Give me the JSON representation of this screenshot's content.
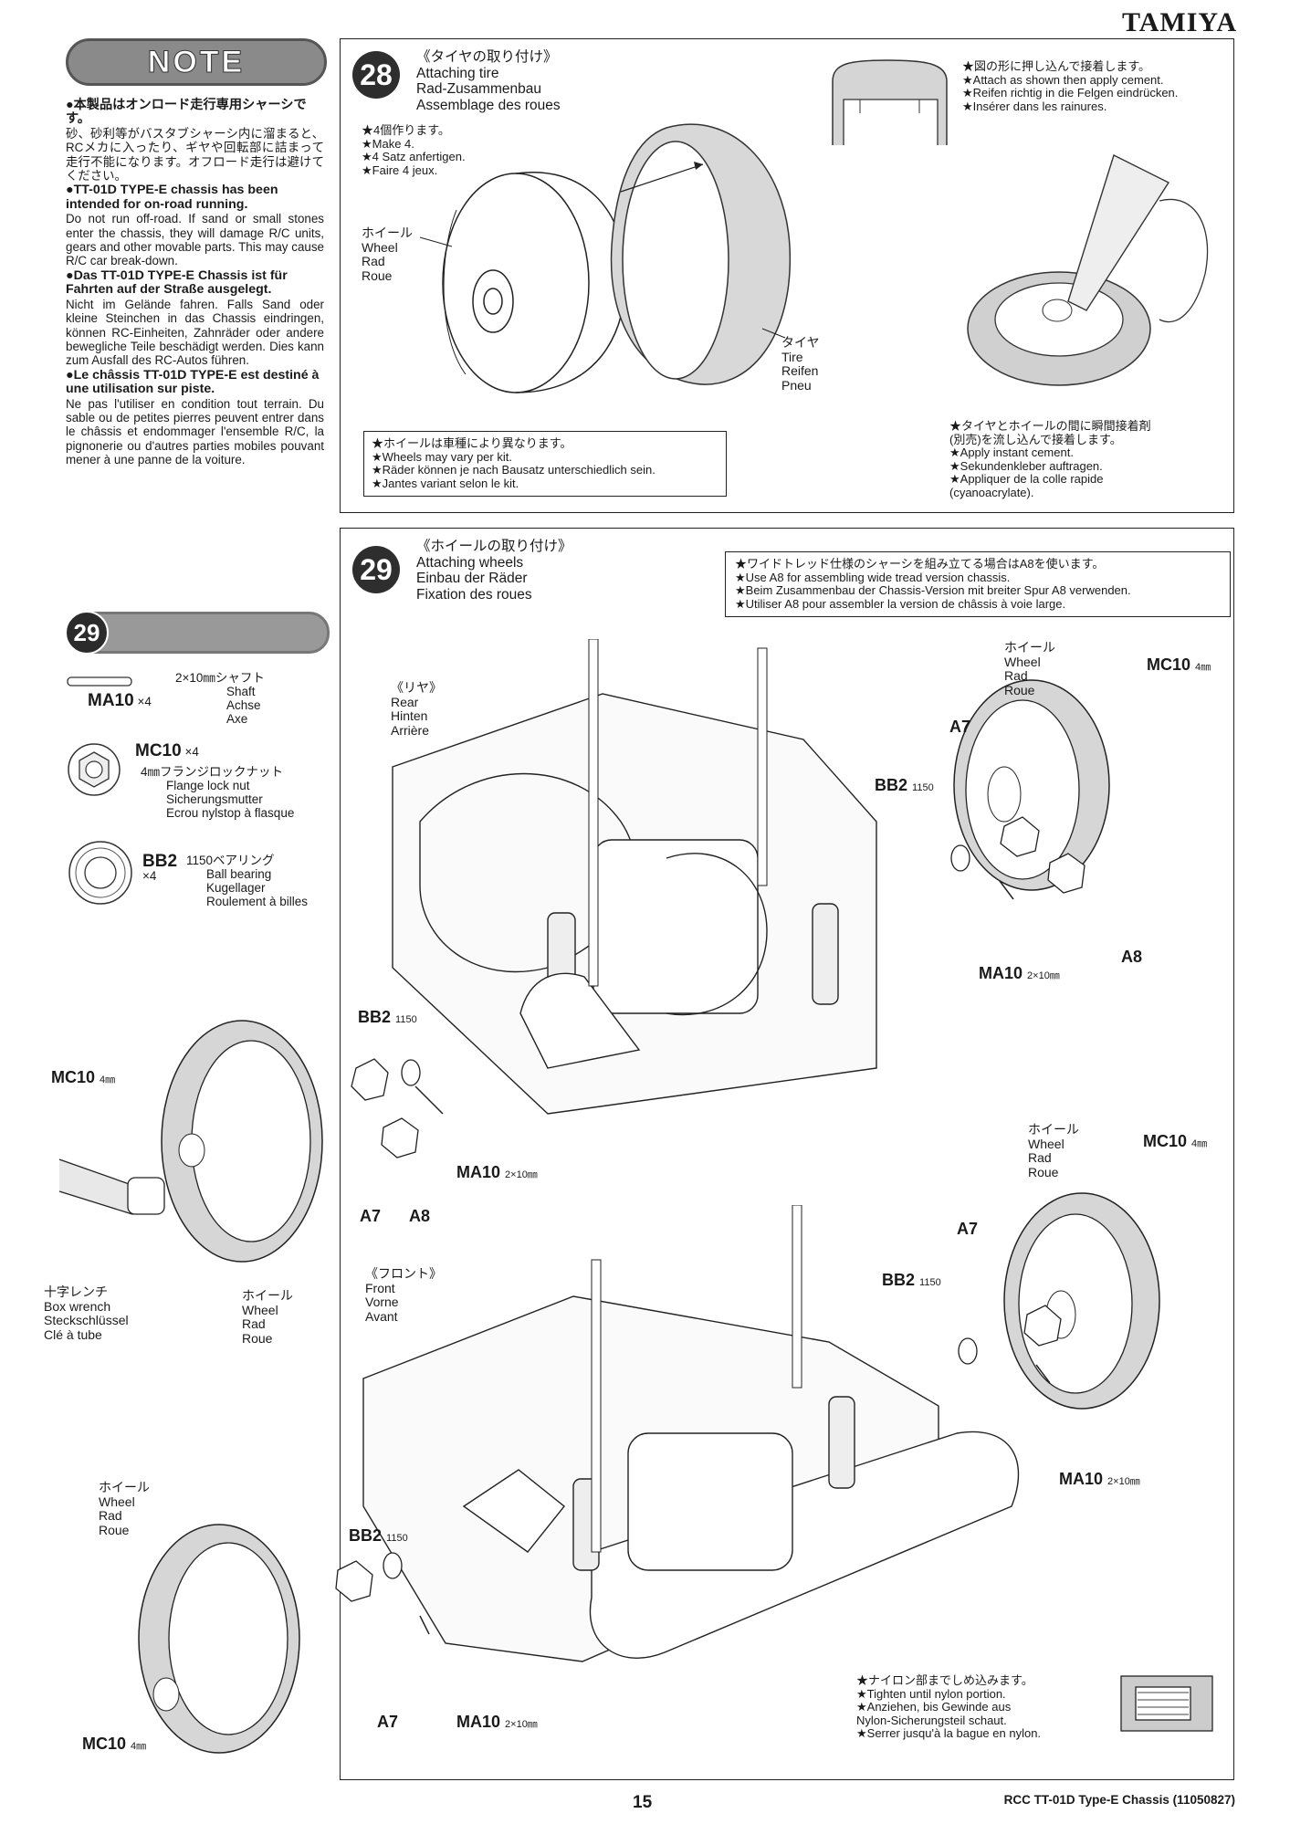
{
  "brand": "TAMIYA",
  "note": {
    "badge": "NOTE",
    "sections": [
      {
        "head": "●本製品はオンロード走行専用シャーシです。",
        "body": "砂、砂利等がバスタブシャーシ内に溜まると、RCメカに入ったり、ギヤや回転部に詰まって走行不能になります。オフロード走行は避けてください。"
      },
      {
        "head": "●TT-01D TYPE-E chassis has been intended for on-road running.",
        "body": "Do not run off-road. If sand or small stones enter the chassis, they will damage R/C units, gears and other movable parts. This may cause R/C car break-down."
      },
      {
        "head": "●Das TT-01D TYPE-E Chassis ist für Fahrten auf der Straße ausgelegt.",
        "body": "Nicht im Gelände fahren. Falls Sand oder kleine Steinchen in das Chassis eindringen, können RC-Einheiten, Zahnräder oder andere bewegliche Teile beschädigt werden. Dies kann zum Ausfall des RC-Autos führen."
      },
      {
        "head": "●Le châssis TT-01D TYPE-E est destiné à une utilisation sur piste.",
        "body": "Ne pas l'utiliser en condition tout terrain. Du sable ou de petites pierres peuvent entrer dans le châssis et endommager l'ensemble R/C, la pignonerie ou d'autres parties mobiles pouvant mener à une panne de la voiture."
      }
    ]
  },
  "parts": {
    "step": "29",
    "items": [
      {
        "code": "MA10",
        "qty": "×4",
        "size": "2×10㎜シャフト",
        "names": [
          "Shaft",
          "Achse",
          "Axe"
        ]
      },
      {
        "code": "MC10",
        "qty": "×4",
        "size": "4㎜フランジロックナット",
        "names": [
          "Flange lock nut",
          "Sicherungsmutter",
          "Ecrou nylstop à flasque"
        ]
      },
      {
        "code": "BB2",
        "qty": "×4",
        "size": "1150ベアリング",
        "names": [
          "Ball bearing",
          "Kugellager",
          "Roulement à billes"
        ]
      }
    ]
  },
  "step28": {
    "num": "28",
    "titles": [
      "《タイヤの取り付け》",
      "Attaching tire",
      "Rad-Zusammenbau",
      "Assemblage des roues"
    ],
    "make": [
      "★4個作ります。",
      "★Make 4.",
      "★4 Satz anfertigen.",
      "★Faire 4 jeux."
    ],
    "wheel": [
      "ホイール",
      "Wheel",
      "Rad",
      "Roue"
    ],
    "tire": [
      "タイヤ",
      "Tire",
      "Reifen",
      "Pneu"
    ],
    "note_wheels": [
      "★ホイールは車種により異なります。",
      "★Wheels may vary per kit.",
      "★Räder können je nach Bausatz unterschiedlich sein.",
      "★Jantes variant selon le kit."
    ],
    "press": [
      "★図の形に押し込んで接着します。",
      "★Attach as shown then apply cement.",
      "★Reifen richtig in die Felgen eindrücken.",
      "★Insérer dans les rainures."
    ],
    "cement": [
      "★タイヤとホイールの間に瞬間接着剤",
      "(別売)を流し込んで接着します。",
      "★Apply instant cement.",
      "★Sekundenkleber auftragen.",
      "★Appliquer de la colle rapide",
      "(cyanoacrylate)."
    ]
  },
  "step29": {
    "num": "29",
    "titles": [
      "《ホイールの取り付け》",
      "Attaching wheels",
      "Einbau der Räder",
      "Fixation des roues"
    ],
    "note": [
      "★ワイドトレッド仕様のシャーシを組み立てる場合はA8を使います。",
      "★Use A8 for assembling wide tread version chassis.",
      "★Beim Zusammenbau der Chassis-Version mit breiter Spur A8 verwenden.",
      "★Utiliser A8 pour assembler la version de châssis à voie large."
    ],
    "rear": [
      "《リヤ》",
      "Rear",
      "Hinten",
      "Arrière"
    ],
    "front": [
      "《フロント》",
      "Front",
      "Vorne",
      "Avant"
    ],
    "wheel": [
      "ホイール",
      "Wheel",
      "Rad",
      "Roue"
    ],
    "wrench": [
      "十字レンチ",
      "Box wrench",
      "Steckschlüssel",
      "Clé à tube"
    ],
    "nylon": [
      "★ナイロン部までしめ込みます。",
      "★Tighten until nylon portion.",
      "★Anziehen, bis Gewinde aus",
      "Nylon-Sicherungsteil schaut.",
      "★Serrer jusqu'à la bague en nylon."
    ],
    "labels": {
      "mc10": "MC10",
      "mm4": "4㎜",
      "bb2": "BB2",
      "b1150": "1150",
      "ma10": "MA10",
      "mm210": "2×10㎜",
      "a7": "A7",
      "a8": "A8"
    }
  },
  "page_number": "15",
  "footer": "RCC TT-01D Type-E Chassis (11050827)"
}
